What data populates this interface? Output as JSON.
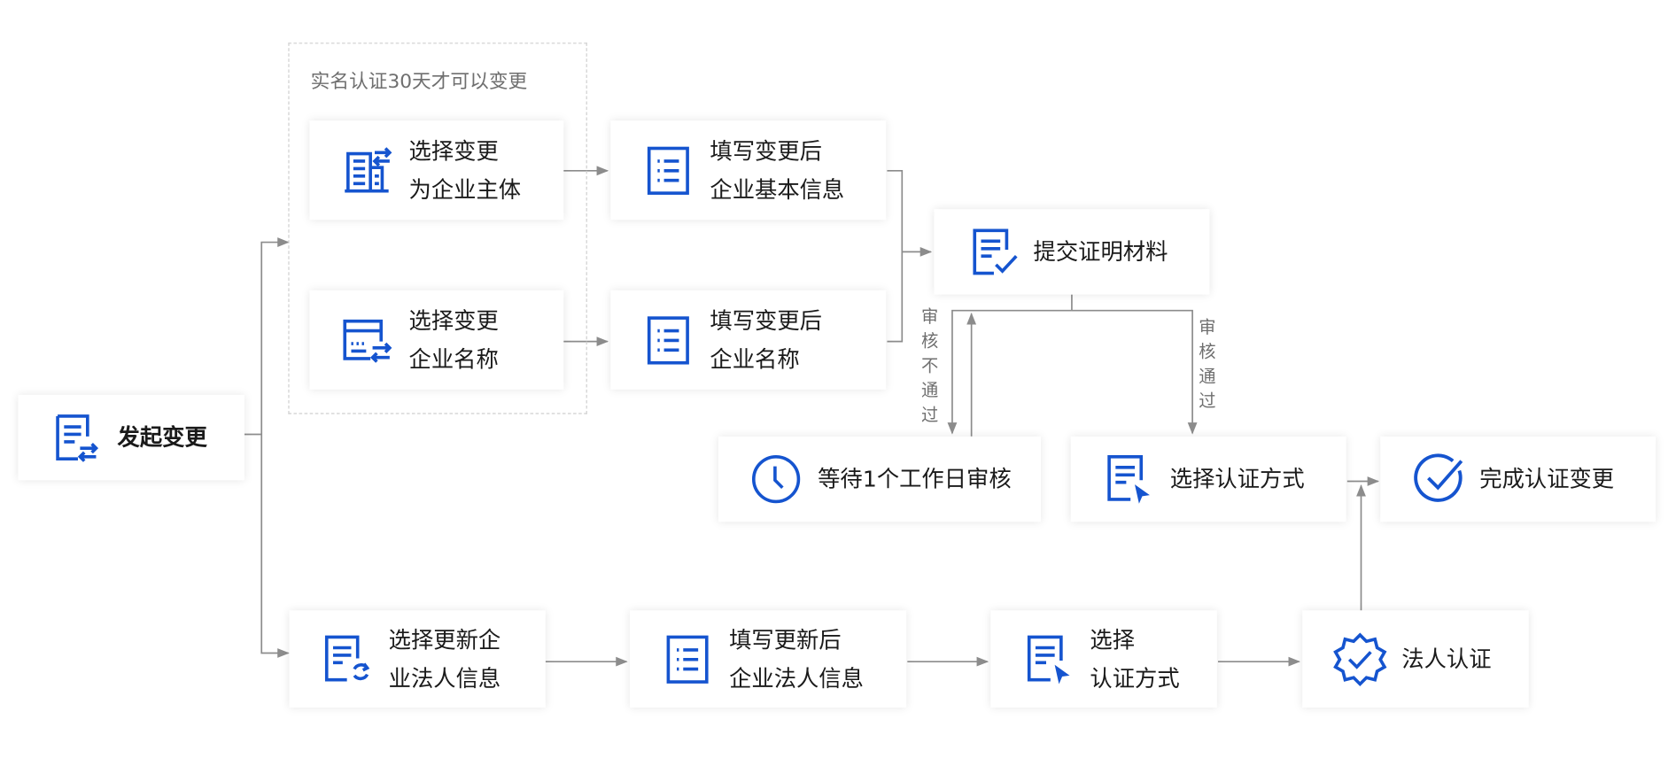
{
  "group": {
    "caption": "实名认证30天才可以变更"
  },
  "nodes": {
    "start": "发起变更",
    "select_entity": "选择变更\n为企业主体",
    "select_name": "选择变更\n企业名称",
    "fill_basic": "填写变更后\n企业基本信息",
    "fill_name": "填写变更后\n企业名称",
    "submit": "提交证明材料",
    "wait": "等待1个工作日审核",
    "choose_method": "选择认证方式",
    "complete": "完成认证变更",
    "update_legal": "选择更新企\n业法人信息",
    "fill_legal": "填写更新后\n企业法人信息",
    "choose_method2": "选择\n认证方式",
    "legal_auth": "法人认证"
  },
  "edge_labels": {
    "reject": "审核不通过",
    "approve": "审核通过"
  },
  "colors": {
    "accent": "#1554cf",
    "line": "#8c8c8c",
    "caption": "#6f6f6f"
  },
  "icons": {
    "start": "document-exchange-icon",
    "select_entity": "building-exchange-icon",
    "select_name": "card-exchange-icon",
    "fill_basic": "list-document-icon",
    "fill_name": "list-document-icon",
    "submit": "document-check-icon",
    "wait": "clock-icon",
    "choose_method": "document-cursor-icon",
    "complete": "check-circle-icon",
    "update_legal": "document-refresh-icon",
    "fill_legal": "list-document-icon",
    "choose_method2": "document-cursor-icon",
    "legal_auth": "badge-check-icon"
  }
}
